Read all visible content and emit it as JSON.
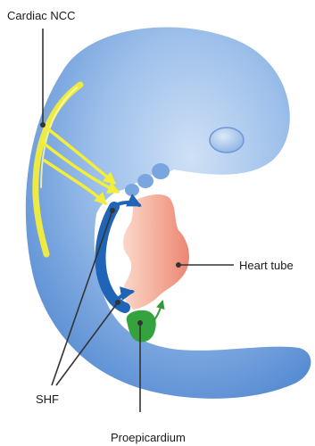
{
  "labels": {
    "cardiac_ncc": "Cardiac NCC",
    "heart_tube": "Heart tube",
    "shf": "SHF",
    "proepicardium": "Proepicardium"
  },
  "colors": {
    "embryo": "#6f9fdc",
    "embryo_light": "#c9dcf5",
    "ncc_arrows": "#f2ee3a",
    "shf": "#1f64b6",
    "heart_tube": "#f1a08f",
    "proepicardium": "#34a33e",
    "leader_lines": "#333333"
  }
}
